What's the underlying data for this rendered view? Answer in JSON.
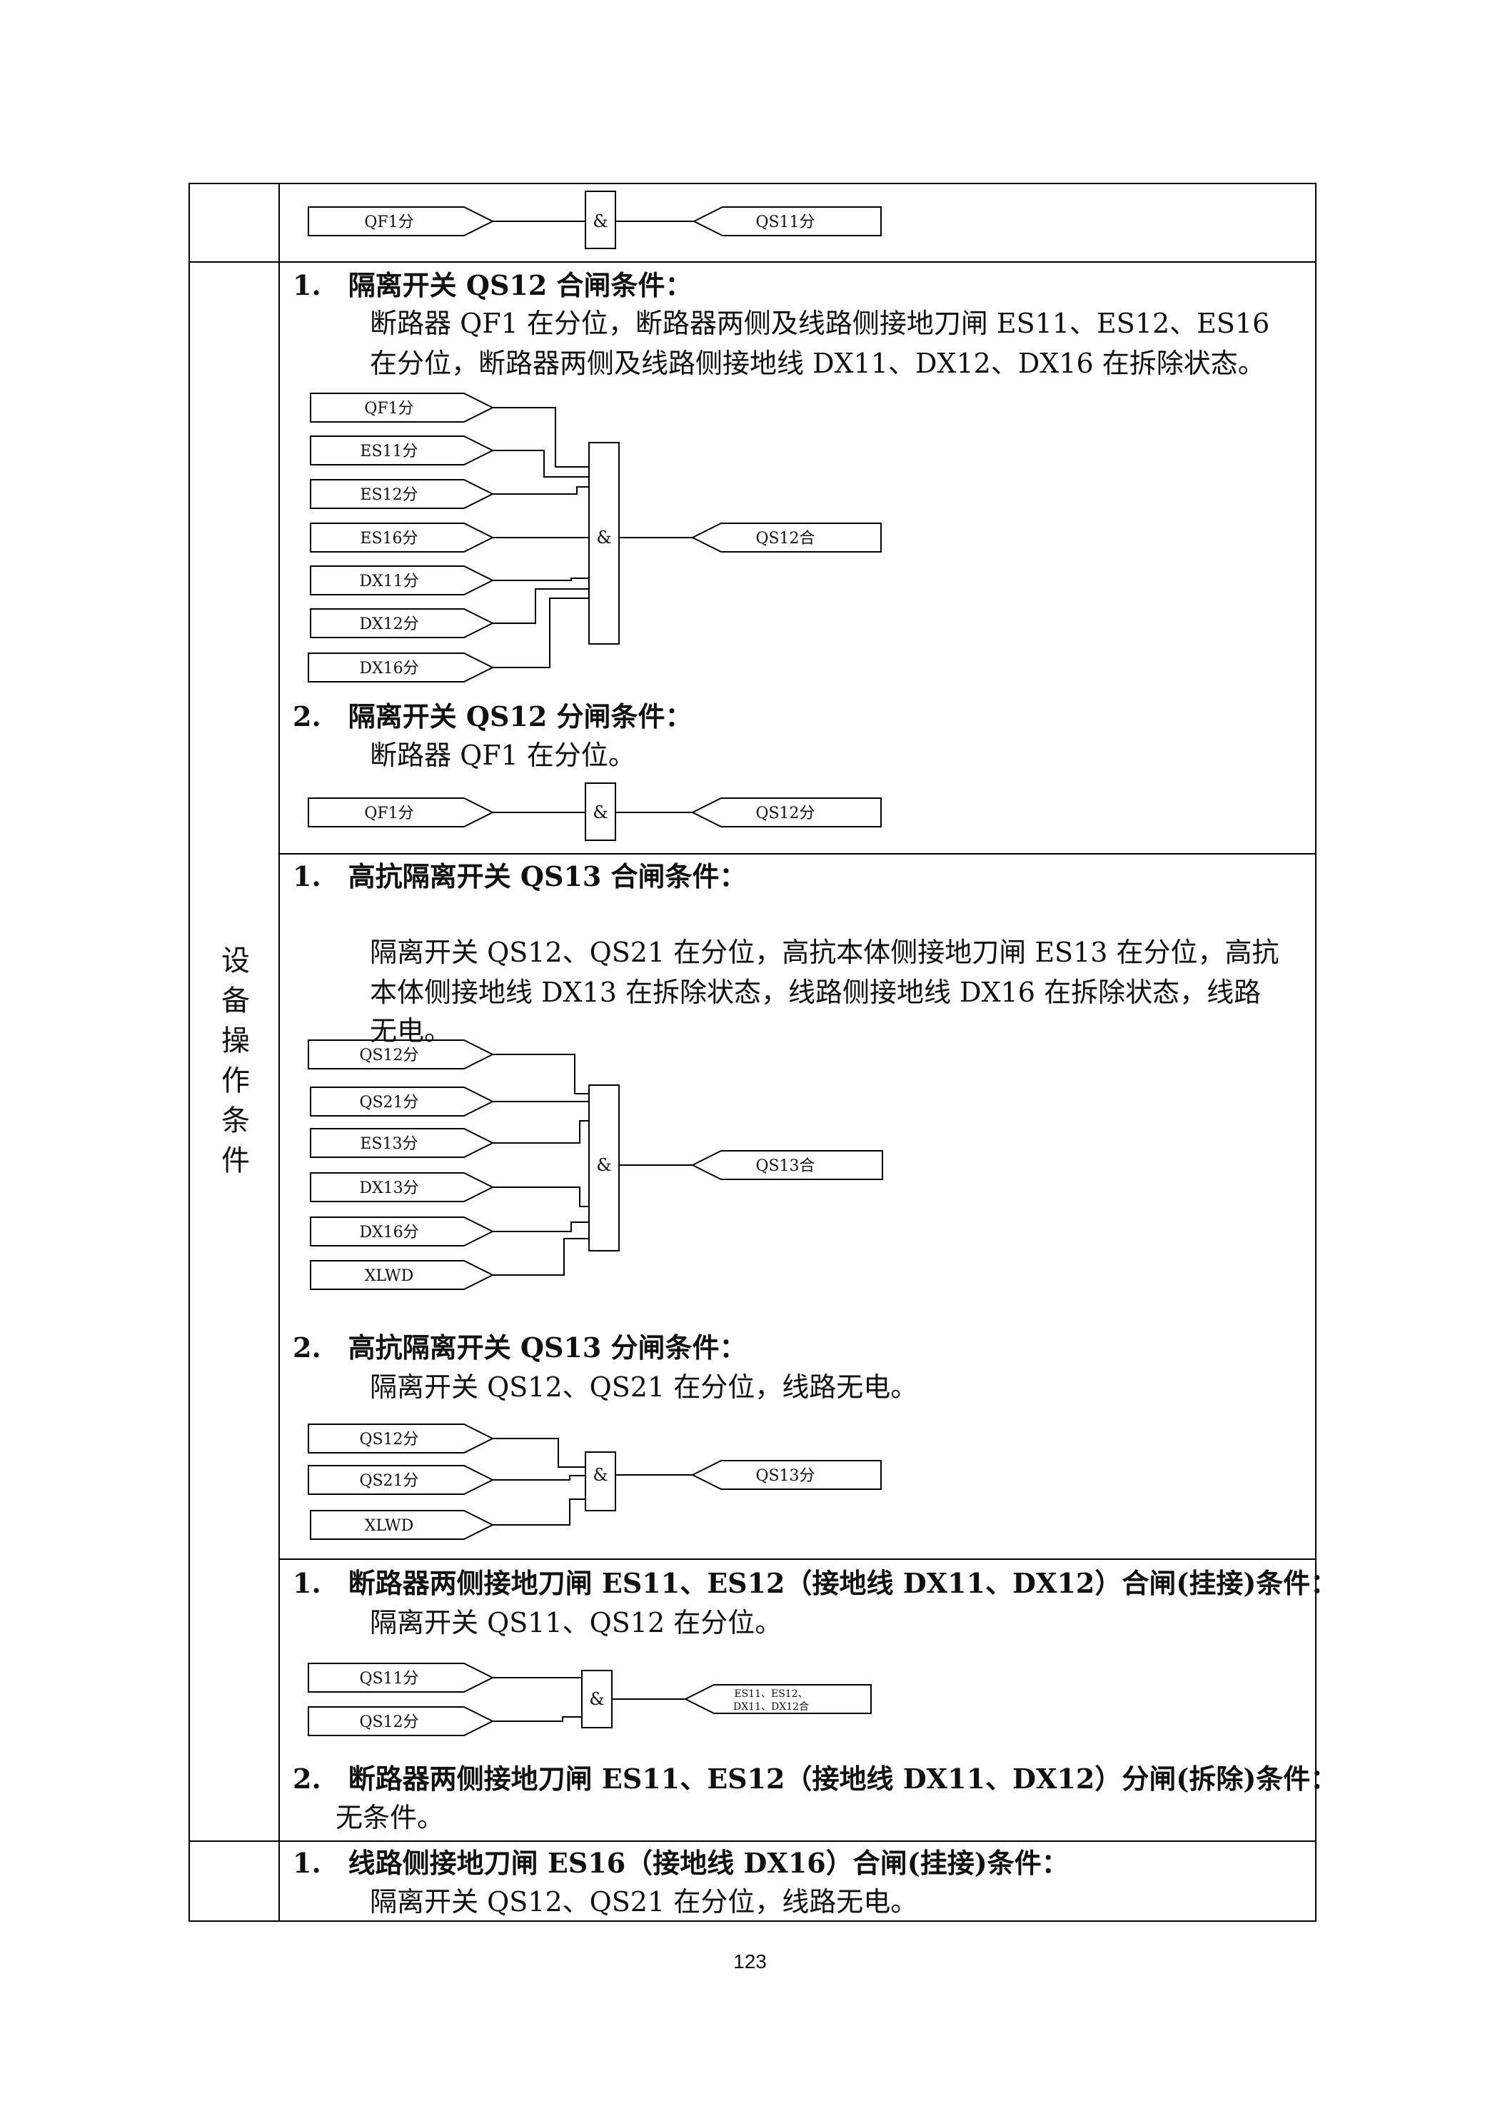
{
  "page_number": "123",
  "row_label_chars": [
    "设",
    "备",
    "操",
    "作",
    "条",
    "件"
  ],
  "gate_symbol": "&",
  "diagrams": {
    "d0": {
      "inputs": [
        "QF1分"
      ],
      "output": "QS11分"
    },
    "d1": {
      "inputs": [
        "QF1分",
        "ES11分",
        "ES12分",
        "ES16分",
        "DX11分",
        "DX12分",
        "DX16分"
      ],
      "output": "QS12合"
    },
    "d2": {
      "inputs": [
        "QF1分"
      ],
      "output": "QS12分"
    },
    "d3": {
      "inputs": [
        "QS12分",
        "QS21分",
        "ES13分",
        "DX13分",
        "DX16分",
        "XLWD"
      ],
      "output": "QS13合"
    },
    "d4": {
      "inputs": [
        "QS12分",
        "QS21分",
        "XLWD"
      ],
      "output": "QS13分"
    },
    "d5": {
      "inputs": [
        "QS11分",
        "QS12分"
      ],
      "output_lines": [
        "ES11、ES12、",
        "DX11、DX12合"
      ]
    }
  },
  "sections": {
    "s1": {
      "h1": "1.　隔离开关 QS12 合闸条件：",
      "t1": "断路器 QF1 在分位，断路器两侧及线路侧接地刀闸 ES11、ES12、ES16",
      "t2": "在分位，断路器两侧及线路侧接地线 DX11、DX12、DX16 在拆除状态。",
      "h2": "2.　隔离开关 QS12 分闸条件：",
      "t3": "断路器 QF1 在分位。"
    },
    "s2": {
      "h1": "1.　高抗隔离开关 QS13 合闸条件：",
      "t1": "隔离开关 QS12、QS21 在分位，高抗本体侧接地刀闸 ES13 在分位，高抗",
      "t2": "本体侧接地线 DX13 在拆除状态，线路侧接地线 DX16 在拆除状态，线路",
      "t3": "无电。",
      "h2": "2.　高抗隔离开关 QS13 分闸条件：",
      "t4": "隔离开关 QS12、QS21 在分位，线路无电。"
    },
    "s3": {
      "h1": "1.　断路器两侧接地刀闸 ES11、ES12（接地线 DX11、DX12）合闸(挂接)条件：",
      "t1": "隔离开关 QS11、QS12 在分位。",
      "h2": "2.　断路器两侧接地刀闸 ES11、ES12（接地线 DX11、DX12）分闸(拆除)条件：",
      "t2": "无条件。"
    },
    "s4": {
      "h1": "1.　线路侧接地刀闸 ES16（接地线 DX16）合闸(挂接)条件：",
      "t1": "隔离开关 QS12、QS21 在分位，线路无电。"
    }
  }
}
